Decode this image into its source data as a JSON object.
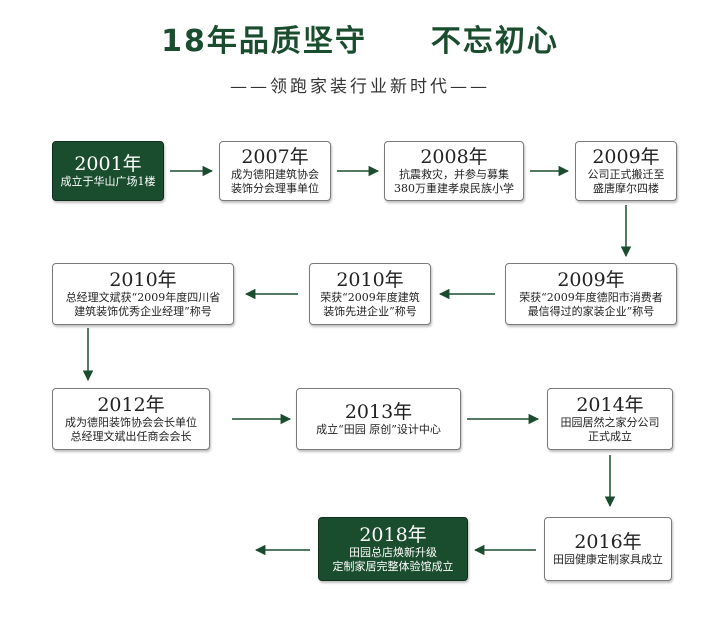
{
  "header": {
    "title": "18年品质坚守　　不忘初心",
    "subtitle": "——领跑家装行业新时代——"
  },
  "colors": {
    "brand_green": "#1a4d2e",
    "arrow": "#1a4d2e",
    "box_border": "#7a7a7a"
  },
  "nodes": [
    {
      "id": "n1",
      "year": "2001年",
      "desc": "成立于华山广场1楼",
      "highlight": true
    },
    {
      "id": "n2",
      "year": "2007年",
      "desc": "成为德阳建筑协会\n装饰分会理事单位",
      "highlight": false
    },
    {
      "id": "n3",
      "year": "2008年",
      "desc": "抗震救灾，并参与募集\n380万重建孝泉民族小学",
      "highlight": false
    },
    {
      "id": "n4",
      "year": "2009年",
      "desc": "公司正式搬迁至\n盛唐摩尔四楼",
      "highlight": false
    },
    {
      "id": "n5",
      "year": "2009年",
      "desc": "荣获“2009年度德阳市消费者\n最信得过的家装企业”称号",
      "highlight": false
    },
    {
      "id": "n6",
      "year": "2010年",
      "desc": "荣获“2009年度建筑\n装饰先进企业”称号",
      "highlight": false
    },
    {
      "id": "n7",
      "year": "2010年",
      "desc": "总经理文斌获“2009年度四川省\n建筑装饰优秀企业经理”称号",
      "highlight": false
    },
    {
      "id": "n8",
      "year": "2012年",
      "desc": "成为德阳装饰协会会长单位\n总经理文斌出任商会会长",
      "highlight": false
    },
    {
      "id": "n9",
      "year": "2013年",
      "desc": "成立“田园 原创”设计中心",
      "highlight": false
    },
    {
      "id": "n10",
      "year": "2014年",
      "desc": "田园居然之家分公司\n正式成立",
      "highlight": false
    },
    {
      "id": "n11",
      "year": "2016年",
      "desc": "田园健康定制家具成立",
      "highlight": false
    },
    {
      "id": "n12",
      "year": "2018年",
      "desc": "田园总店焕新升级\n定制家居完整体验馆成立",
      "highlight": true
    }
  ]
}
